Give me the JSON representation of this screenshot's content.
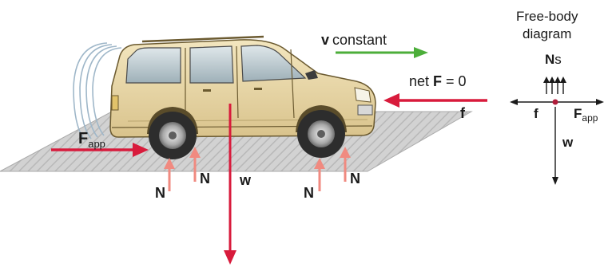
{
  "velocity": {
    "symbol": "v",
    "text": "constant"
  },
  "net_force": {
    "prefix": "net ",
    "symbol": "F",
    "suffix": " = 0"
  },
  "friction_label": "f",
  "applied": {
    "symbol": "F",
    "subscript": "app"
  },
  "weight_label": "w",
  "normal_label": "N",
  "fbd": {
    "title_line1": "Free-body",
    "title_line2": "diagram",
    "normal_symbol": "N",
    "normal_suffix": "s",
    "friction_label": "f",
    "applied_symbol": "F",
    "applied_subscript": "app",
    "weight_label": "w"
  },
  "colors": {
    "force_arrow": "#d81b3c",
    "normal_arrow": "#f08a80",
    "velocity_arrow": "#4cae3a",
    "car_body": "#ead9a9",
    "ground": "#c9c9c9"
  }
}
